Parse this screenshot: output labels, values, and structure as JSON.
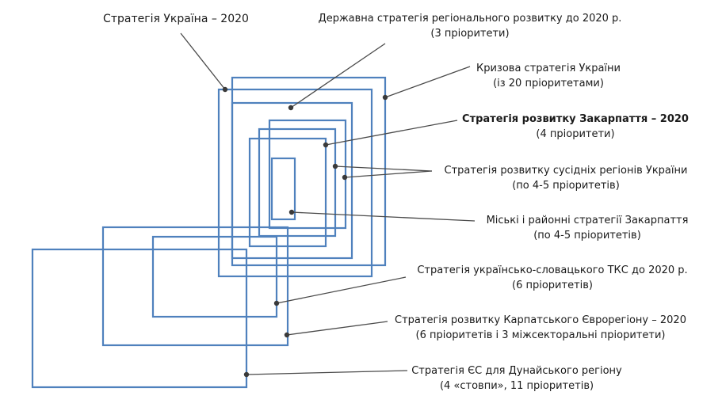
{
  "strategies": {
    "ukraine_2020": {
      "title": "Стратегія Україна – 2020"
    },
    "state_regional": {
      "title": "Державна стратегія регіонального розвитку до 2020 р.",
      "note": "(3 пріоритети)"
    },
    "crisis": {
      "title": "Кризова стратегія України",
      "note": "(із 20 пріоритетами)"
    },
    "zakarpattia": {
      "title": "Стратегія розвитку Закарпаття – 2020",
      "note": "(4 пріоритети)"
    },
    "neighbors": {
      "title": "Стратегія розвитку сусідніх регіонів України",
      "note": "(по 4-5 пріоритетів)"
    },
    "municipal": {
      "title": "Міські і районні стратегії Закарпаття",
      "note": "(по 4-5 пріоритетів)"
    },
    "ua_sk": {
      "title": "Стратегія українсько-словацького ТКС до 2020 р.",
      "note": "(6 пріоритетів)"
    },
    "carpathian": {
      "title": "Стратегія розвитку Карпатського Єврорегіону – 2020",
      "note": "(6 пріоритетів і 3 міжсекторальні пріоритети)"
    },
    "danube": {
      "title": "Стратегія ЄС для Дунайського регіону",
      "note": "(4 «стовпи», 11 пріоритетів)"
    }
  },
  "colors": {
    "box_stroke": "#4f81bd",
    "leader": "#4a4a4a"
  }
}
